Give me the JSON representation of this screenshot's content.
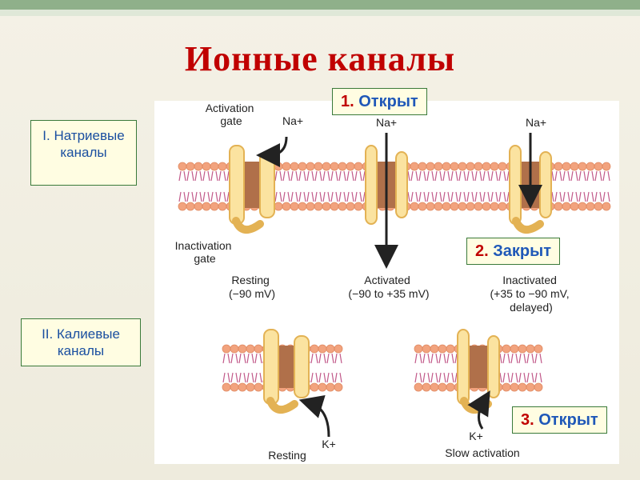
{
  "title": "Ионные каналы",
  "groups": {
    "sodium": "I. Натриевые каналы",
    "potassium": "II. Калиевые каналы"
  },
  "status": [
    {
      "num": "1.",
      "word": "Открыт"
    },
    {
      "num": "2.",
      "word": "Закрыт"
    },
    {
      "num": "3.",
      "word": "Открыт"
    }
  ],
  "diagram": {
    "activation_gate": "Activation gate",
    "inactivation_gate": "Inactivation gate",
    "na_ion": "Na+",
    "k_ion": "K+",
    "states": {
      "resting_na": [
        "Resting",
        "(−90 mV)"
      ],
      "activated": [
        "Activated",
        "(−90 to +35 mV)"
      ],
      "inactivated": [
        "Inactivated",
        "(+35 to −90 mV,",
        "delayed)"
      ],
      "resting_k": "Resting",
      "slow_activation": "Slow activation"
    }
  },
  "colors": {
    "title": "#c00000",
    "box_border": "#3a7a3a",
    "box_fill": "#fffde2",
    "box_text": "#1a4fa0",
    "lipid_head": "#f2a37e",
    "lipid_tail": "#c25a8a",
    "pore": "#b0704a",
    "protein": "#fbe3a0",
    "protein_stroke": "#e3b254"
  }
}
